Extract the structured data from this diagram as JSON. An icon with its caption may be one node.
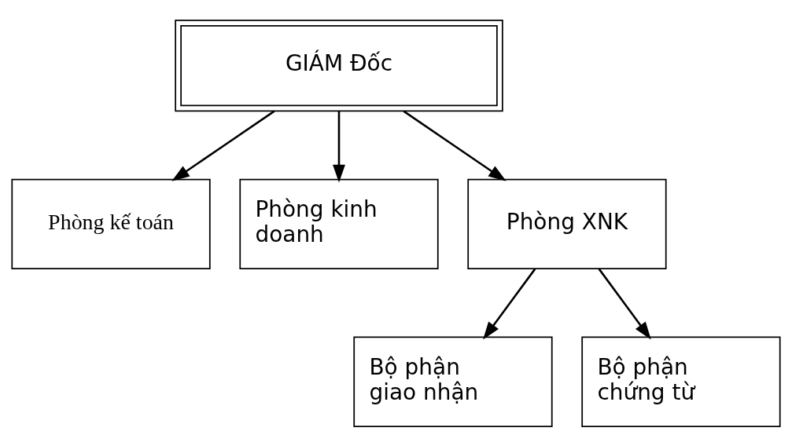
{
  "diagram": {
    "nodes": [
      {
        "text": [
          "GIÁM Đốc"
        ]
      },
      {
        "text": [
          "Phòng kế toán"
        ]
      },
      {
        "text": [
          "Phòng kinh doanh"
        ]
      },
      {
        "text": [
          "Phòng XNK"
        ]
      },
      {
        "text": [
          "Bộ phận giao nhận"
        ]
      },
      {
        "text": [
          "Bộ phận chứng từ"
        ]
      }
    ],
    "edges": [
      {
        "from": 0,
        "to": 1,
        "arrow": "to"
      },
      {
        "from": 0,
        "to": 2,
        "arrow": "to"
      },
      {
        "from": 0,
        "to": 3,
        "arrow": "to"
      },
      {
        "from": 3,
        "to": 4,
        "arrow": "to"
      },
      {
        "from": 3,
        "to": 5,
        "arrow": "to"
      }
    ]
  }
}
